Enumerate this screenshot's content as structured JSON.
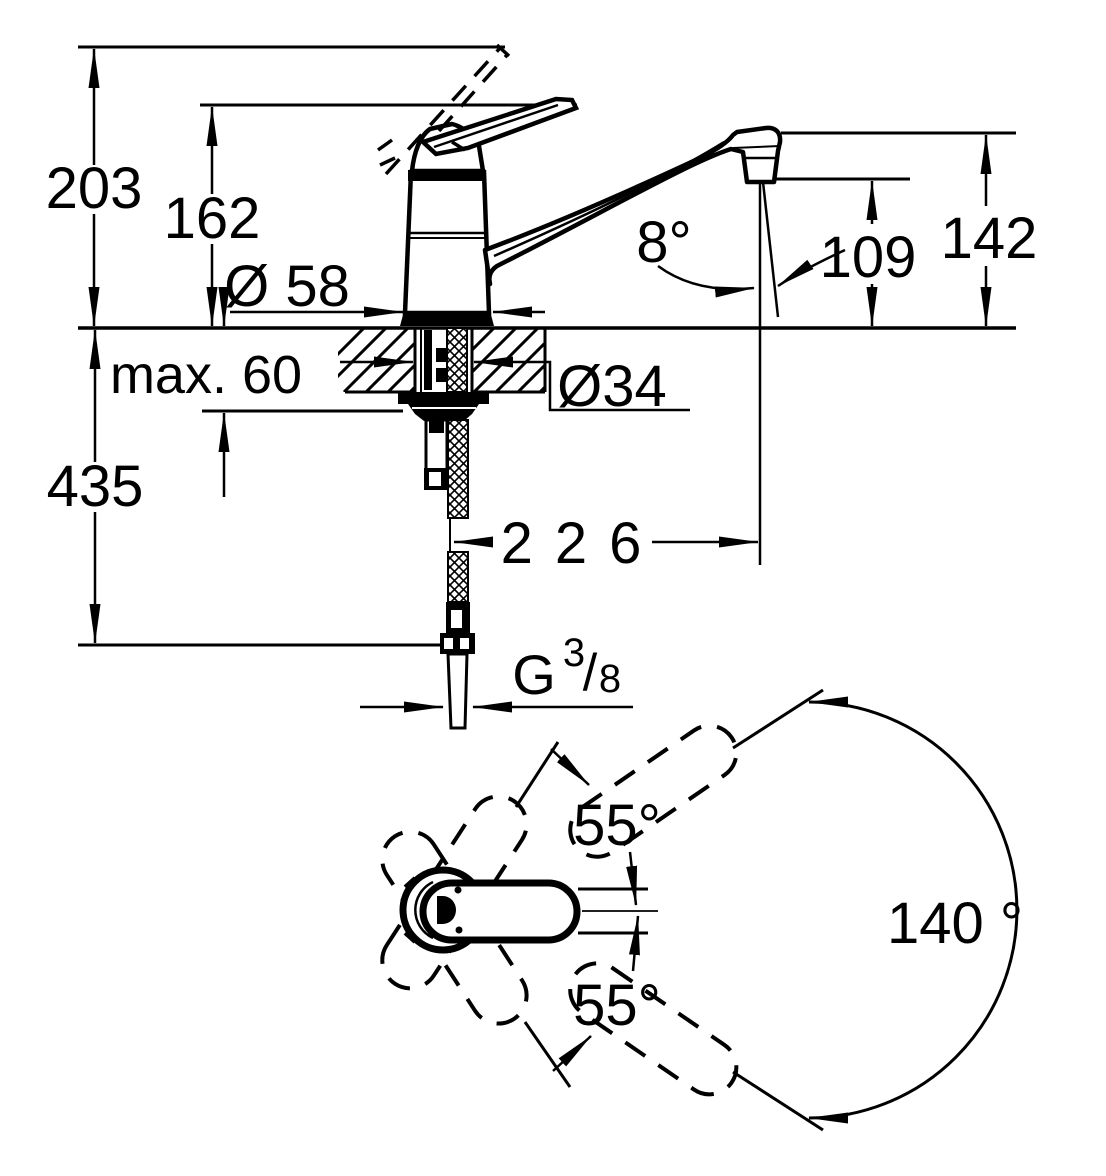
{
  "drawing": {
    "type": "technical-dimension-drawing",
    "subject": "single-lever kitchen sink mixer faucet, side elevation and plan view",
    "line_color": "#000000",
    "background": "#ffffff",
    "labels": {
      "total_height": "203",
      "body_height": "162",
      "base_diameter": "Ø 58",
      "counter_thickness": "max. 60",
      "hole_diameter": "Ø34",
      "below_counter_depth": "435",
      "spout_reach": "226",
      "spout_angle": "8°",
      "outlet_height": "109",
      "spout_top_height": "142",
      "thread_prefix": "G",
      "thread_numerator": "3",
      "thread_slash": "/",
      "thread_denominator": "8",
      "handle_swing_upper": "55°",
      "handle_swing_lower": "55°",
      "swivel_range": "140 °"
    }
  }
}
